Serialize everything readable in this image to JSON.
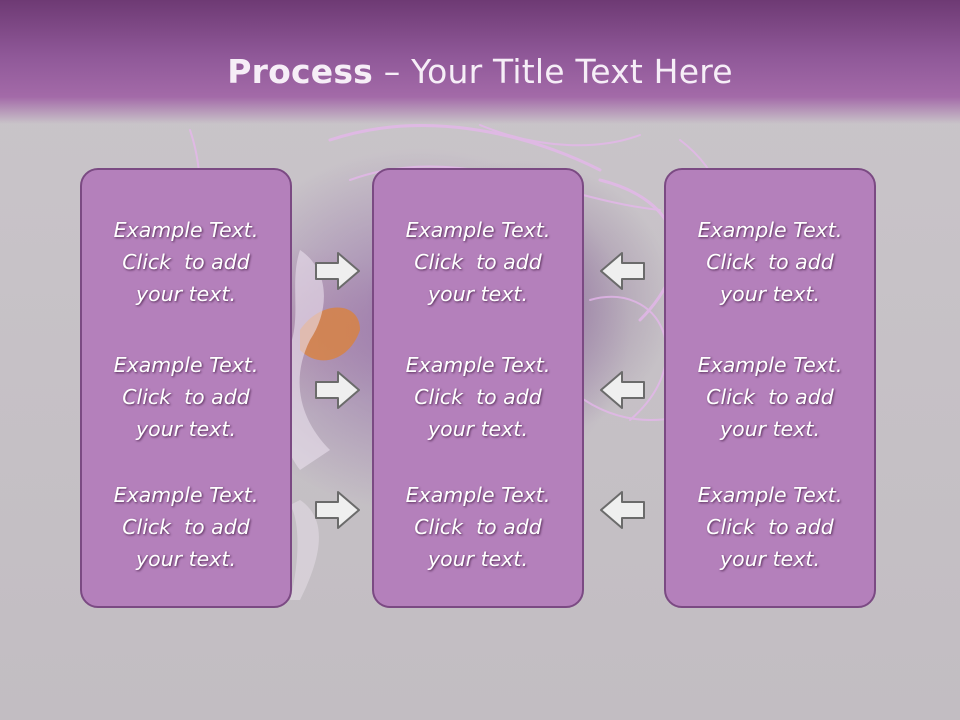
{
  "slide": {
    "title_bold": "Process",
    "title_rest": " – Your Title Text Here",
    "colors": {
      "header": "#8f5898",
      "panel_fill": "#b480bb",
      "panel_border": "#7b4a83",
      "background": "#c4bfc4",
      "arrow_fill": "#efefef",
      "arrow_stroke": "#6b6b6b"
    }
  },
  "columns": [
    {
      "name": "left",
      "items": [
        {
          "line1": "Example Text.",
          "line2": "Click  to add",
          "line3": "your text."
        },
        {
          "line1": "Example Text.",
          "line2": "Click  to add",
          "line3": "your text."
        },
        {
          "line1": "Example Text.",
          "line2": "Click  to add",
          "line3": "your text."
        }
      ]
    },
    {
      "name": "center",
      "items": [
        {
          "line1": "Example Text.",
          "line2": "Click  to add",
          "line3": "your text."
        },
        {
          "line1": "Example Text.",
          "line2": "Click  to add",
          "line3": "your text."
        },
        {
          "line1": "Example Text.",
          "line2": "Click  to add",
          "line3": "your text."
        }
      ]
    },
    {
      "name": "right",
      "items": [
        {
          "line1": "Example Text.",
          "line2": "Click  to add",
          "line3": "your text."
        },
        {
          "line1": "Example Text.",
          "line2": "Click  to add",
          "line3": "your text."
        },
        {
          "line1": "Example Text.",
          "line2": "Click  to add",
          "line3": "your text."
        }
      ]
    }
  ],
  "arrows": {
    "left_to_center": "right-arrow-icon",
    "right_to_center": "left-arrow-icon"
  }
}
